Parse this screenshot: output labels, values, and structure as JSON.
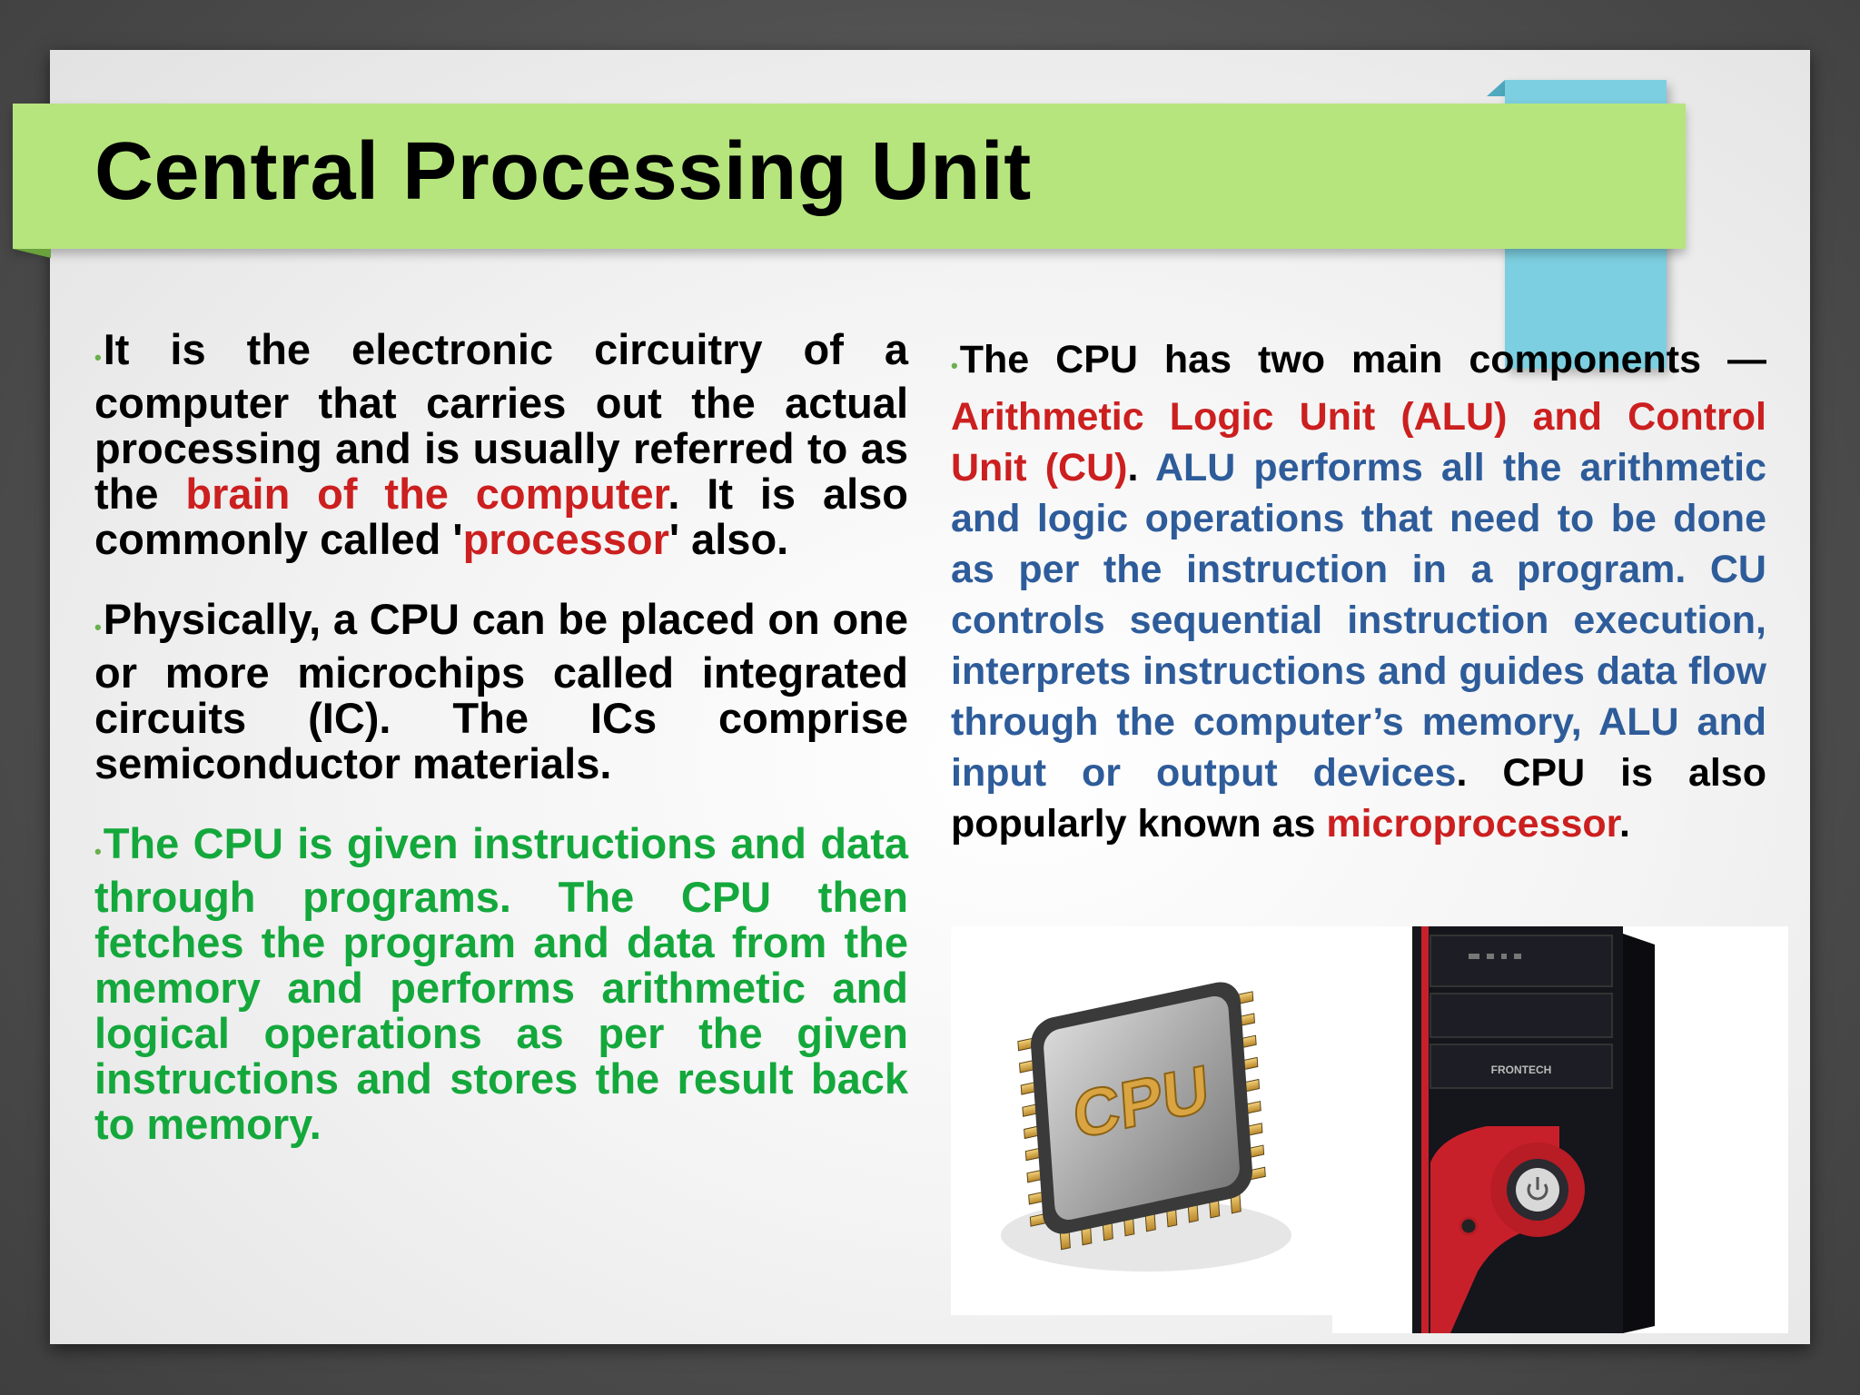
{
  "slide": {
    "title": "Central Processing Unit",
    "bullet_glyph": "•",
    "left_column": {
      "p1": {
        "t1": "It is the electronic circuitry of a computer that carries out the actual processing and is usually referred to as the ",
        "t2": "brain of the computer",
        "t3": ". It is also commonly called '",
        "t4": "processor",
        "t5": "' also."
      },
      "p2": {
        "t1": "Physically, a CPU can be placed on one or more microchips called integrated circuits (IC). The ICs comprise semiconductor materials."
      },
      "p3": {
        "t1": "The CPU is given instructions and data through programs. The CPU then fetches the program and data from the memory and performs arithmetic and logical operations as per the given instructions and stores the result back to memory."
      }
    },
    "right_column": {
      "p1": {
        "t1": "The CPU has two main components — ",
        "t2": "Arithmetic Logic Unit (ALU) and Control Unit (CU)",
        "t3": ". ",
        "t4": "ALU performs all the arithmetic and logic operations that need to be done as per the instruction in a program. CU controls sequential instruction execution, interprets instructions and guides data flow through the computer’s memory, ALU and input or output devices",
        "t5": ". CPU is also popularly known as ",
        "t6": "microprocessor",
        "t7": "."
      }
    },
    "images": {
      "cpu_chip_label": "CPU",
      "case_brand": "FRONTECH"
    },
    "colors": {
      "title_bar": "#b6e57e",
      "accent_tab": "#7ccfe0",
      "highlight_red": "#cc1f1f",
      "highlight_blue": "#2e5c9a",
      "text_green": "#14a83c",
      "bullet_green": "#6ab04c"
    }
  }
}
